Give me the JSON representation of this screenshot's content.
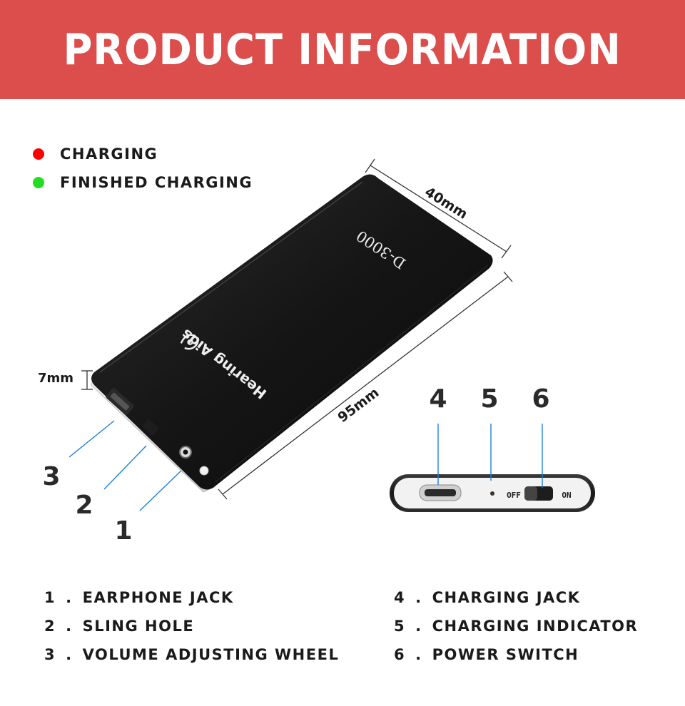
{
  "header": {
    "title": "PRODUCT INFORMATION"
  },
  "legend": {
    "items": [
      {
        "color": "#ff0000",
        "label": "CHARGING"
      },
      {
        "color": "#22dd22",
        "label": "FINISHED  CHARGING"
      }
    ]
  },
  "device": {
    "model": "D-3000",
    "brand": "Hearing Aids",
    "dimensions": {
      "width": "40mm",
      "length": "95mm",
      "thickness": "7mm"
    },
    "switch": {
      "off_label": "OFF",
      "on_label": "ON"
    }
  },
  "callouts": {
    "side_a": [
      "3",
      "2",
      "1"
    ],
    "side_b": [
      "4",
      "5",
      "6"
    ]
  },
  "descriptions": {
    "left": [
      {
        "num": "1",
        "label": "EARPHONE  JACK"
      },
      {
        "num": "2",
        "label": "SLING  HOLE"
      },
      {
        "num": "3",
        "label": "VOLUME  ADJUSTING  WHEEL"
      }
    ],
    "right": [
      {
        "num": "4",
        "label": "CHARGING  JACK"
      },
      {
        "num": "5",
        "label": "CHARGING  INDICATOR"
      },
      {
        "num": "6",
        "label": "POWER  SWITCH"
      }
    ]
  },
  "colors": {
    "banner": "#dc4e4c",
    "callout_line": "#1e7fd8"
  }
}
